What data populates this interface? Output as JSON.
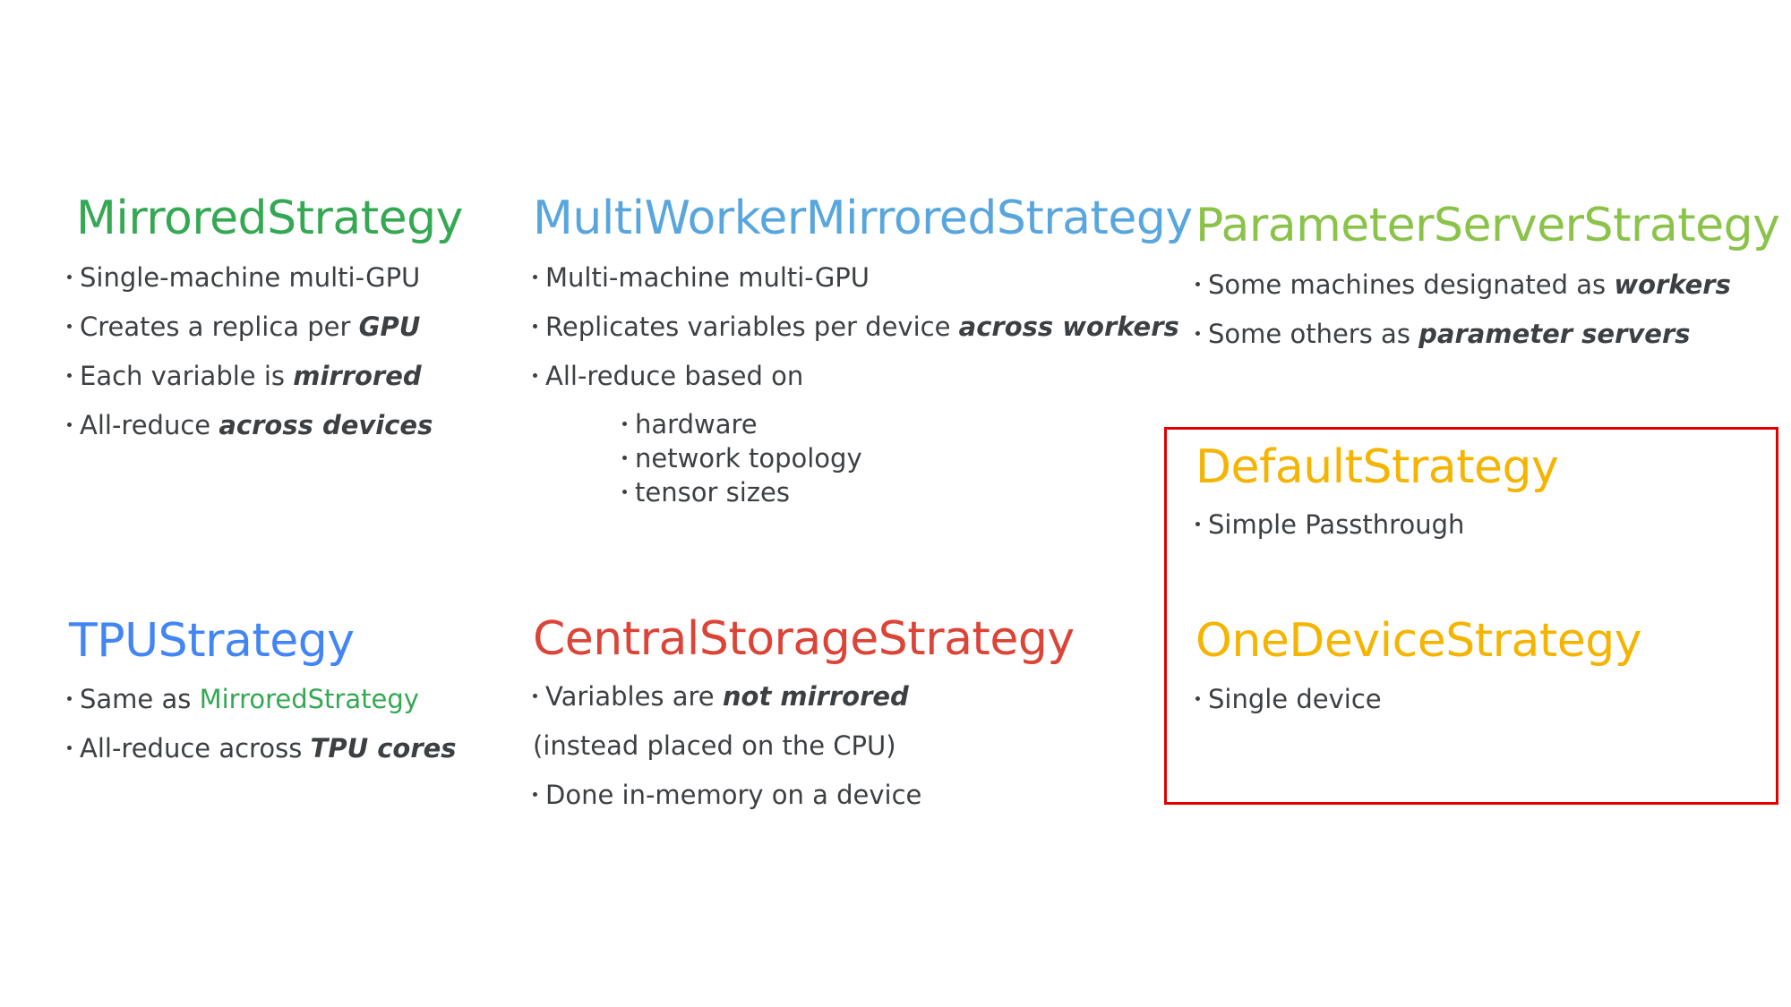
{
  "colors": {
    "mirrored": "#34a853",
    "multiworker": "#58a6dd",
    "parameter": "#8bc34a",
    "default": "#f4b400",
    "onedevice": "#f4b400",
    "tpu": "#4285f4",
    "central": "#db4437",
    "text": "#3c4043",
    "highlight_border": "#e00000"
  },
  "mirrored": {
    "title": "MirroredStrategy",
    "b1": "Single-machine multi-GPU",
    "b2_pre": "Creates a replica per ",
    "b2_em": "GPU",
    "b3_pre": "Each variable is ",
    "b3_em": "mirrored",
    "b4_pre": "All-reduce ",
    "b4_em": "across devices"
  },
  "multiworker": {
    "title": "MultiWorkerMirroredStrategy",
    "b1": "Multi-machine multi-GPU",
    "b2_pre": "Replicates variables per device ",
    "b2_em": "across workers",
    "b3": "All-reduce based on",
    "sub": [
      "hardware",
      "network topology",
      "tensor sizes"
    ]
  },
  "parameter": {
    "title": "ParameterServerStrategy",
    "b1_pre": "Some machines designated as ",
    "b1_em": "workers",
    "b2_pre": "Some others as ",
    "b2_em": "parameter servers"
  },
  "default": {
    "title": "DefaultStrategy",
    "b1": "Simple Passthrough"
  },
  "onedevice": {
    "title": "OneDeviceStrategy",
    "b1": "Single device"
  },
  "tpu": {
    "title": "TPUStrategy",
    "b1_pre": "Same as ",
    "b1_link": "MirroredStrategy",
    "b2_pre": "All-reduce across ",
    "b2_em": "TPU cores"
  },
  "central": {
    "title": "CentralStorageStrategy",
    "b1_pre": "Variables are ",
    "b1_em": "not mirrored",
    "b2": "(instead placed on the CPU)",
    "b3": "Done in-memory on a device"
  }
}
